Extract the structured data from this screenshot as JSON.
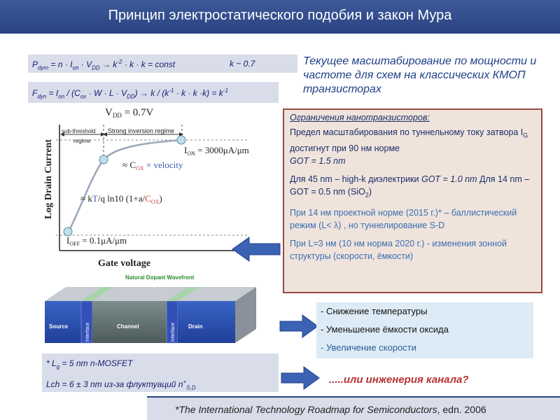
{
  "header": {
    "title": "Принцип электростатического подобия и закон Мура"
  },
  "formulas": {
    "p1": {
      "P": "P",
      "Psub": "dym",
      "eq": " = n · I",
      "Ion": "on",
      "times": " · V",
      "Vdd": "DD",
      "arrow": " → k",
      "exp": "-2",
      "rest": " · k · k = const",
      "k": "k ~ 0.7"
    },
    "p2": {
      "F": "F",
      "Fsub": "dyn",
      "eq": " = I",
      "Ion": "on",
      "div": " / (C",
      "Cox": "ox",
      "mid": " · W · L · V",
      "Vdd": "DD",
      "arrow": ") → k / (k",
      "exp1": "-1",
      "end": " · k · k ·k) = k",
      "exp2": "-1"
    }
  },
  "note": "Текущее масштабирование по мощности и частоте для схем на классических КМОП транзисторах",
  "graph": {
    "vdd_label": "V",
    "vdd_sub": "DD",
    "vdd_val": " = 0.7V",
    "sub_threshold": "sub-threshold",
    "regime": "regime",
    "strong_inversion": "Strong inversion regime",
    "ion": "I",
    "ion_sub": "ON",
    "ion_val": " = 3000μA/μm",
    "approx1": "≈ C",
    "approx1_sub": "OX",
    "approx1_rest": " × velocity",
    "approx2a": "≈ k",
    "approx2b": "T",
    "approx2c": "/q ln10 (1+a/",
    "approx2d": "C",
    "approx2d_sub": "OX",
    "approx2e": ")",
    "ioff": "I",
    "ioff_sub": "OFF",
    "ioff_val": " = 0.1μA/μm",
    "ylabel": "Log Drain Current",
    "xlabel": "Gate voltage"
  },
  "device": {
    "wavefront": "Natural Dopant Wavefront",
    "source": "Source",
    "channel": "Channel",
    "drain": "Drain",
    "interface": "Interface"
  },
  "limits": {
    "heading": "Ограничения нанотранзисторов:",
    "p1a": "Предел масштабирования по туннельному току затвора I",
    "p1sub": "G",
    "p1b": " достигнут при 90 нм норме",
    "p1c": "GOT = 1.5 nm",
    "p2a": "Для 45 nm – high-k диэлектрики ",
    "p2b": "GOT = 1.0 nm",
    "p2c": " Для 14  nm – GOT = 0.5 nm (SiO",
    "p2sub": "2",
    "p2d": ")",
    "p3": "При 14 нм проектной норме (2015 г.)* – баллистический режим (L< λ) , но туннелирование S-D",
    "p4": "При L=3 нм (10 нм норма 2020 г.) -  изменения зонной структуры (скорости, ёмкости)"
  },
  "trends": [
    "- Снижение температуры",
    "- Уменьшение ёмкости оксида",
    "- Увеличение скорости"
  ],
  "mosfet": {
    "l1a": "* L",
    "l1sub": "g",
    "l1b": " = 5 nm n-MOSFET",
    "l2a": "Lch = 6 ±  3 nm из-за флуктуаций n",
    "l2sup": "+",
    "l2sub": "S,D"
  },
  "engineering": ".....или инженерия канала?",
  "footer": {
    "main": "*The International Technology Roadmap for Semiconductors",
    "rest": ", edn. 2006"
  },
  "colors": {
    "header": "#2e4686",
    "arrow": "#3b62b3",
    "box_border": "#9b4a44",
    "accent_red": "#c9463e"
  }
}
